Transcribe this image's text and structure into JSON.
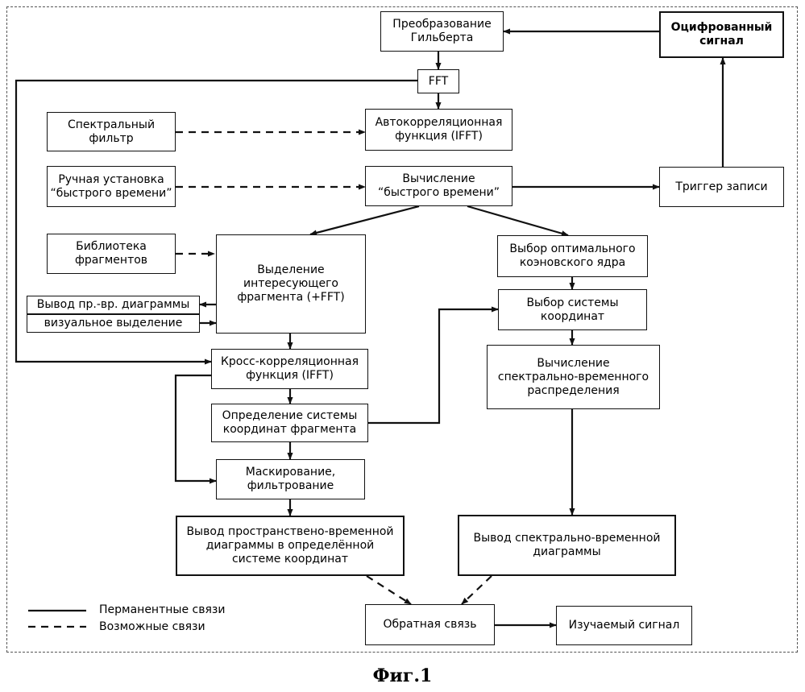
{
  "boxes": {
    "hilbert": "Преобразование\nГильберта",
    "digitized": "Оцифрованный\nсигнал",
    "fft": "FFT",
    "spectral_filter": "Спектральный\nфильтр",
    "autocorr": "Автокорреляционная\nфункция (IFFT)",
    "manual_fast_time": "Ручная установка\n“быстрого времени”",
    "calc_fast_time": "Вычисление\n“быстрого времени”",
    "record_trigger": "Триггер записи",
    "fragment_library": "Библиотека\nфрагментов",
    "select_fragment": "Выделение\nинтересующего\nфрагмента (+FFT)",
    "choose_kernel": "Выбор оптимального\nкоэновского ядра",
    "output_st_diagram": "Вывод пр.-вр. диаграммы",
    "visual_selection": "визуальное выделение",
    "choose_coords": "Выбор системы\nкоординат",
    "crosscorr": "Кросс-корреляционная\nфункция (IFFT)",
    "calc_spectral_time": "Вычисление\nспектрально-временного\nраспределения",
    "fragment_coords": "Определение системы\nкоординат фрагмента",
    "masking": "Маскирование,\nфильтрование",
    "output_spatial": "Вывод пространствено-временной\nдиаграммы в определённой\nсистеме координат",
    "output_spectral": "Вывод спектрально-временной\nдиаграммы",
    "feedback": "Обратная связь",
    "studied_signal": "Изучаемый сигнал"
  },
  "legend": {
    "permanent": "Перманентные связи",
    "possible": "Возможные связи"
  },
  "caption": "Фиг.1"
}
